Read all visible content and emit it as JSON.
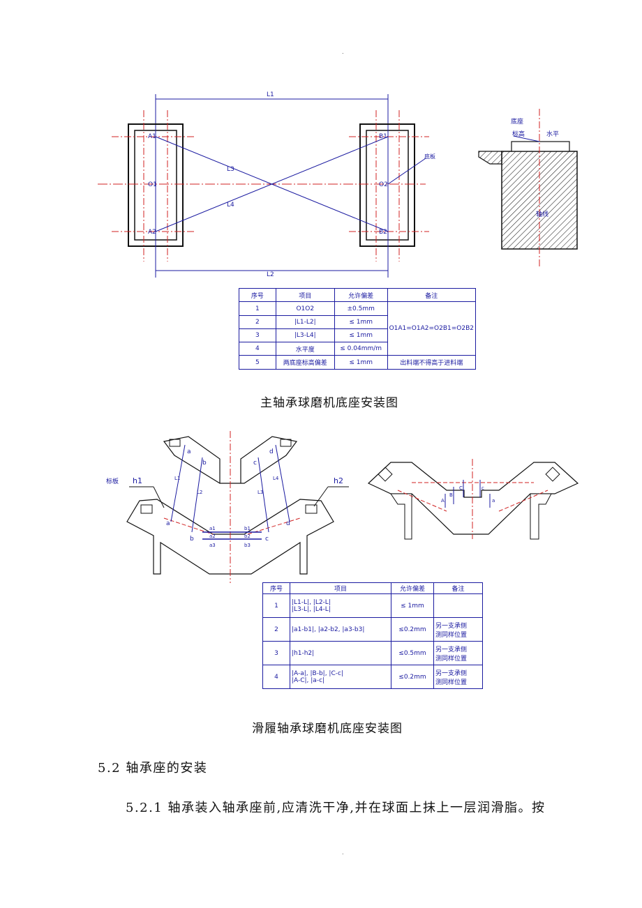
{
  "page": {
    "top_mark": ".",
    "bottom_mark": "."
  },
  "figure1": {
    "labels": {
      "L1": "L1",
      "L2": "L2",
      "L3": "L3",
      "L4": "L4",
      "A1": "A1",
      "A2": "A2",
      "B1": "B1",
      "B2": "B2",
      "O1": "O1",
      "O2": "O2",
      "plate": "底板",
      "base": "底座",
      "elev": "标高",
      "level": "水平",
      "axis": "轴线"
    },
    "table": {
      "headers": [
        "序号",
        "项目",
        "允许偏差",
        "备注"
      ],
      "rows": [
        {
          "no": "1",
          "item": "O1O2",
          "tol": "±0.5mm"
        },
        {
          "no": "2",
          "item": "|L1-L2|",
          "tol": "≤ 1mm"
        },
        {
          "no": "3",
          "item": "|L3-L4|",
          "tol": "≤ 1mm"
        },
        {
          "no": "4",
          "item": "水平度",
          "tol": "≤ 0.04mm/m"
        },
        {
          "no": "5",
          "item": "两底座标高偏差",
          "tol": "≤ 1mm",
          "note": "出料端不得高于进料端"
        }
      ],
      "merged_note": "O1A1=O1A2=O2B1=O2B2"
    },
    "caption": "主轴承球磨机底座安装图"
  },
  "figure2": {
    "labels": {
      "plate": "标板",
      "h1": "h1",
      "h2": "h2",
      "a": "a",
      "b": "b",
      "c": "c",
      "d": "d",
      "A": "A",
      "B": "B",
      "C": "C",
      "a1": "a1",
      "b1": "b1",
      "a2": "a2",
      "b2": "b2",
      "a3": "a3",
      "b3": "b3",
      "L1": "L1",
      "L2": "L2",
      "L3": "L3",
      "L4": "L4"
    },
    "table": {
      "headers": [
        "序号",
        "项目",
        "允许偏差",
        "备注"
      ],
      "rows": [
        {
          "no": "1",
          "item": [
            "|L1-L|, |L2-L|",
            "|L3-L|, |L4-L|"
          ],
          "tol": "≤ 1mm",
          "note": [
            "",
            ""
          ]
        },
        {
          "no": "2",
          "item": [
            "|a1-b1|, |a2-b2, |a3-b3|",
            ""
          ],
          "tol": "≤0.2mm",
          "note": [
            "另一支承侧",
            "测同样位置"
          ]
        },
        {
          "no": "3",
          "item": [
            "|h1-h2|",
            ""
          ],
          "tol": "≤0.5mm",
          "note": [
            "另一支承侧",
            "测同样位置"
          ]
        },
        {
          "no": "4",
          "item": [
            "|A-a|, |B-b|, |C-c|",
            "|A-C|, |a-c|"
          ],
          "tol": "≤0.2mm",
          "note": [
            "另一支承侧",
            "测同样位置"
          ]
        }
      ]
    },
    "caption": "滑履轴承球磨机底座安装图"
  },
  "section_heading": "5.2  轴承座的安装",
  "paragraph": "5.2.1 轴承装入轴承座前,应清洗干净,并在球面上抹上一层润滑脂。按"
}
